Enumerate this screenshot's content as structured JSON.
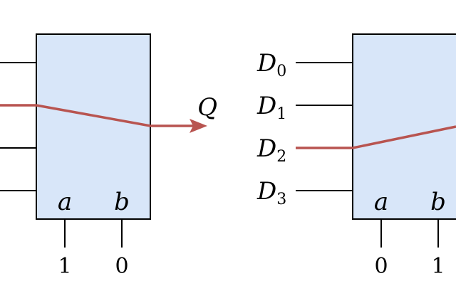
{
  "colors": {
    "box_fill": "#d8e6f9",
    "stroke": "#000000",
    "signal": "#b85450"
  },
  "left_mux": {
    "select_labels": [
      "a",
      "b"
    ],
    "select_values": [
      "1",
      "0"
    ],
    "output_label": "Q"
  },
  "right_mux": {
    "input_labels": [
      {
        "base": "D",
        "sub": "0"
      },
      {
        "base": "D",
        "sub": "1"
      },
      {
        "base": "D",
        "sub": "2"
      },
      {
        "base": "D",
        "sub": "3"
      }
    ],
    "select_labels": [
      "a",
      "b"
    ],
    "select_values": [
      "0",
      "1"
    ]
  }
}
